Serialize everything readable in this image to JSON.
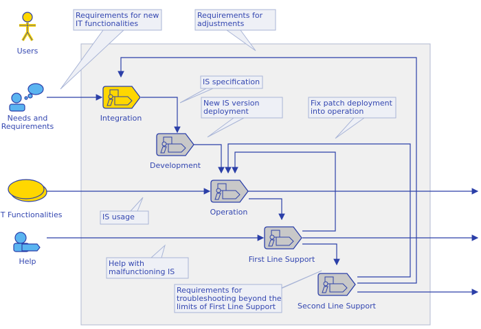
{
  "actors": [
    {
      "id": "users",
      "label": [
        "Users"
      ],
      "icon": "user-stick-figure-icon",
      "color": "#ffd700"
    },
    {
      "id": "needs",
      "label": [
        "Needs and",
        "Requirements"
      ],
      "icon": "person-thinking-icon",
      "color": "#5ab4f0"
    },
    {
      "id": "itfunc",
      "label": [
        "IT Functionalities"
      ],
      "icon": "ellipse-icon",
      "color": "#ffd700"
    },
    {
      "id": "help",
      "label": [
        "Help"
      ],
      "icon": "person-help-icon",
      "color": "#5ab4f0"
    }
  ],
  "processes": [
    {
      "id": "integration",
      "label": "Integration",
      "color": "#ffd700"
    },
    {
      "id": "development",
      "label": "Development",
      "color": "#c8c8c8"
    },
    {
      "id": "operation",
      "label": "Operation",
      "color": "#c8c8c8"
    },
    {
      "id": "first_line",
      "label": "First Line Support",
      "color": "#c8c8c8"
    },
    {
      "id": "second_line",
      "label": "Second Line Support",
      "color": "#c8c8c8"
    }
  ],
  "callouts": [
    {
      "lines": [
        "Requirements for new",
        "IT functionalities"
      ]
    },
    {
      "lines": [
        "Requirements for",
        "adjustments"
      ]
    },
    {
      "lines": [
        "IS specification"
      ]
    },
    {
      "lines": [
        "New IS version",
        "deployment"
      ]
    },
    {
      "lines": [
        "Fix patch deployment",
        "into operation"
      ]
    },
    {
      "lines": [
        "IS usage"
      ]
    },
    {
      "lines": [
        "Help with",
        "malfunctioning IS"
      ]
    },
    {
      "lines": [
        "Requirements for",
        "troubleshooting beyond the",
        "limits of First Line Support"
      ]
    }
  ],
  "colors": {
    "line": "#2b3fa8",
    "text": "#3346b0",
    "frame": "#f0f0f0"
  }
}
